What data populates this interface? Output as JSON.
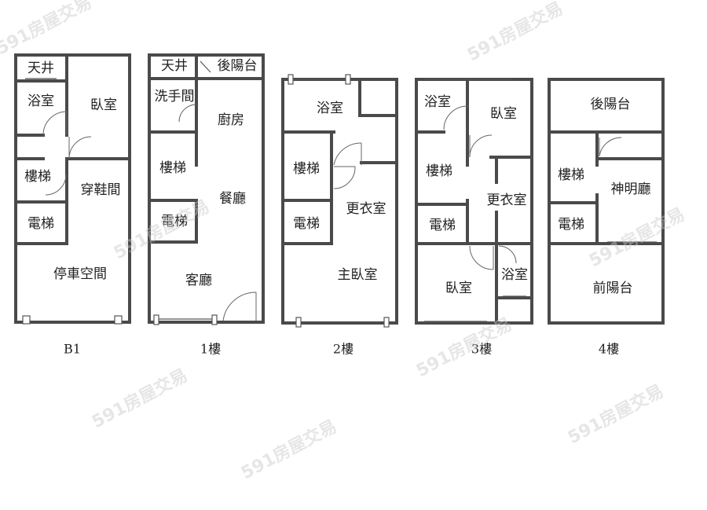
{
  "watermark": "591房屋交易",
  "floors": [
    {
      "label": "B1",
      "rooms": {
        "skylight": "天井",
        "bathroom": "浴室",
        "bedroom": "臥室",
        "stairs": "樓梯",
        "shoe_room": "穿鞋間",
        "elevator": "電梯",
        "parking": "停車空間"
      }
    },
    {
      "label": "1樓",
      "rooms": {
        "skylight": "天井",
        "back_balcony": "後陽台",
        "washroom": "洗手間",
        "kitchen": "廚房",
        "stairs": "樓梯",
        "dining": "餐廳",
        "elevator": "電梯",
        "living": "客廳"
      }
    },
    {
      "label": "2樓",
      "rooms": {
        "bathroom": "浴室",
        "stairs": "樓梯",
        "closet": "更衣室",
        "elevator": "電梯",
        "master_bedroom": "主臥室"
      }
    },
    {
      "label": "3樓",
      "rooms": {
        "bathroom": "浴室",
        "bedroom_top": "臥室",
        "stairs": "樓梯",
        "closet": "更衣室",
        "elevator": "電梯",
        "bedroom_bottom": "臥室",
        "bathroom_small": "浴室"
      }
    },
    {
      "label": "4樓",
      "rooms": {
        "back_balcony": "後陽台",
        "stairs": "樓梯",
        "shrine": "神明廳",
        "elevator": "電梯",
        "front_balcony": "前陽台"
      }
    }
  ]
}
